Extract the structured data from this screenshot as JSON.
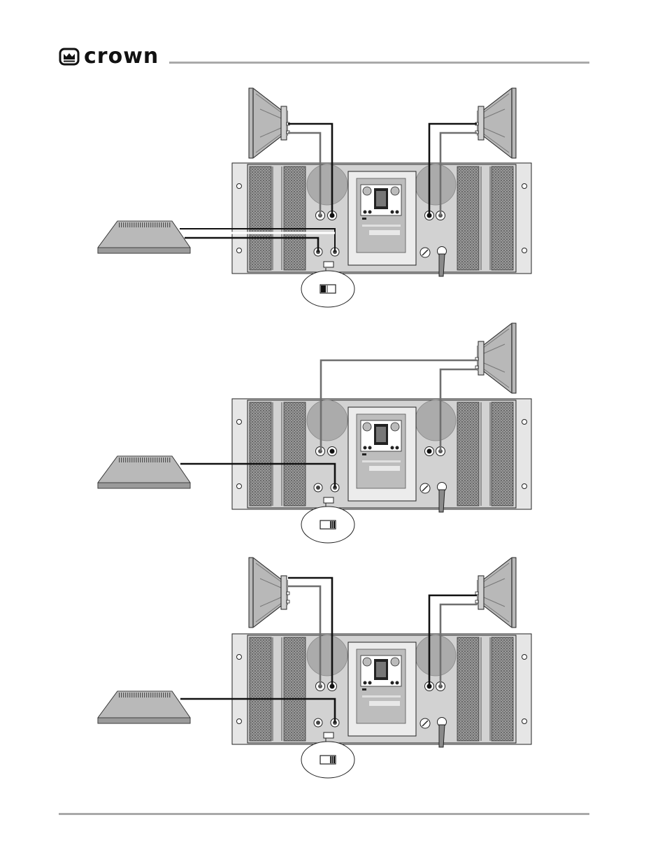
{
  "header": {
    "brand_name": "crown",
    "logo_icon": "crown-logo-icon"
  },
  "colors": {
    "rule": "#a9a9a9",
    "ink": "#111111",
    "panel": "#d9d9d9",
    "grille": "#8f8f8f",
    "cable_dark": "#111111",
    "cable_gray": "#6f6f6f"
  },
  "diagrams": [
    {
      "id": "stereo",
      "speakers": [
        "left",
        "right"
      ],
      "inputs": 2,
      "switch": "stereo"
    },
    {
      "id": "bridge-mono",
      "speakers": [
        "right"
      ],
      "inputs": 1,
      "switch": "bridge-mono"
    },
    {
      "id": "parallel-mono",
      "speakers": [
        "left",
        "right"
      ],
      "inputs": 1,
      "switch": "parallel-mono"
    }
  ]
}
